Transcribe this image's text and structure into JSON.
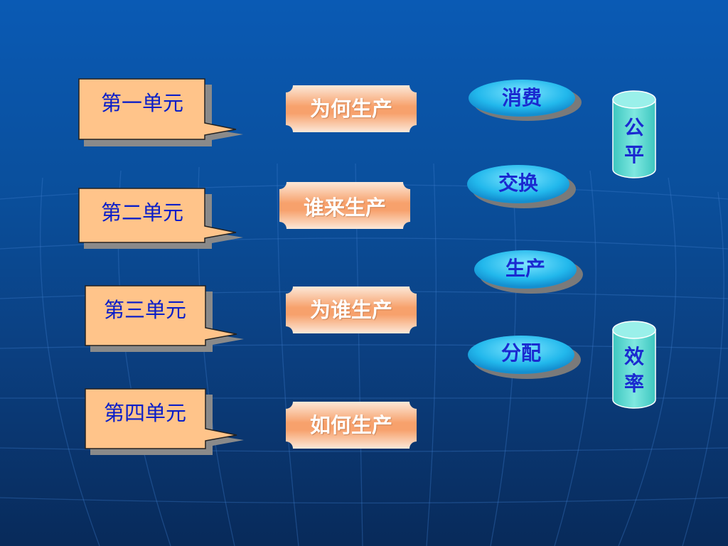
{
  "units": [
    {
      "label": "第一单元"
    },
    {
      "label": "第二单元"
    },
    {
      "label": "第三单元"
    },
    {
      "label": "第四单元"
    }
  ],
  "questions": [
    {
      "label": "为何生产"
    },
    {
      "label": "谁来生产"
    },
    {
      "label": "为谁生产"
    },
    {
      "label": "如何生产"
    }
  ],
  "stages": [
    {
      "label": "消费"
    },
    {
      "label": "交换"
    },
    {
      "label": "生产"
    },
    {
      "label": "分配"
    }
  ],
  "principles": [
    {
      "chars": [
        "公",
        "平"
      ]
    },
    {
      "chars": [
        "效",
        "率"
      ]
    }
  ],
  "colors": {
    "unit_fill": "#ffc48a",
    "question_fill": "#f9a97a",
    "oval_fill": "#2cc6f0",
    "cylinder_fill": "#5fd7cf",
    "text_blue": "#0a1ec8"
  }
}
